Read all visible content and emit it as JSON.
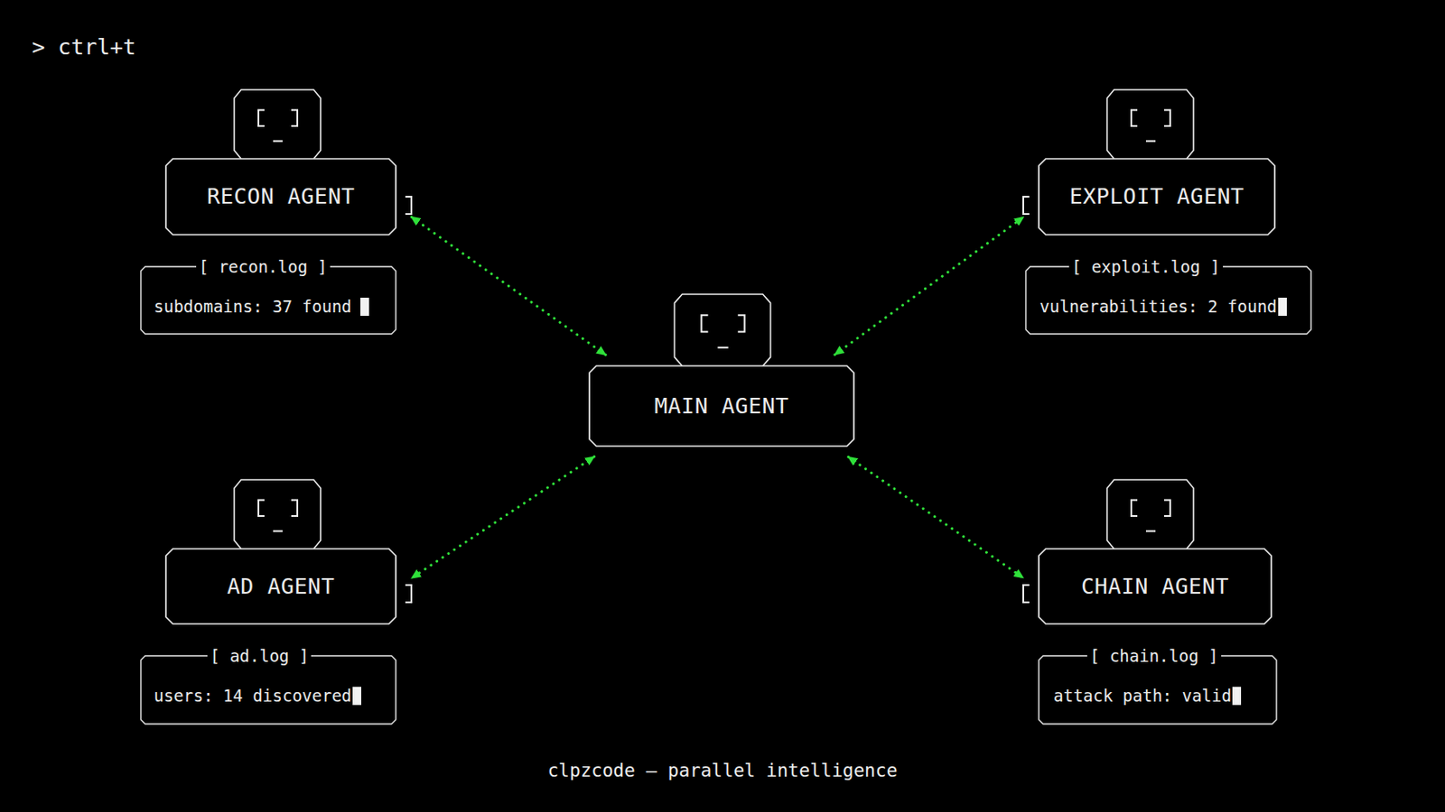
{
  "diagram": {
    "caption": "clpzcode — parallel intelligence",
    "nodes": [
      {
        "text": [
          "RECON AGENT"
        ]
      },
      {
        "text": [
          "EXPLOIT AGENT"
        ]
      },
      {
        "text": [
          "[ recon.log ]",
          "subdomains: 37 found"
        ]
      },
      {
        "text": [
          "[ exploit.log ]",
          "vulnerabilities: 2 found"
        ]
      },
      {
        "text": [
          "MAIN AGENT"
        ]
      },
      {
        "text": [
          "AD AGENT"
        ]
      },
      {
        "text": [
          "CHAIN AGENT"
        ]
      },
      {
        "text": [
          "[ ad.log ]",
          "users: 14 discovered"
        ]
      },
      {
        "text": [
          "[ chain.log ]",
          "attack path: valid"
        ]
      }
    ],
    "edges": [
      {
        "from": 4,
        "to": 0,
        "arrow": "both"
      },
      {
        "from": 4,
        "to": 1,
        "arrow": "both"
      },
      {
        "from": 4,
        "to": 5,
        "arrow": "both"
      },
      {
        "from": 4,
        "to": 6,
        "arrow": "both"
      }
    ],
    "labels": [
      "> ctrl+t"
    ]
  }
}
